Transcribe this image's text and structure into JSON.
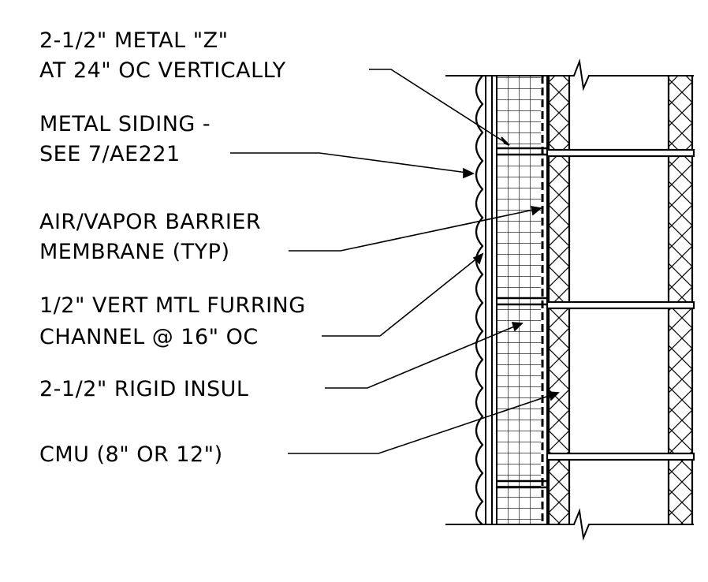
{
  "callouts": [
    {
      "id": "metal-z",
      "lines": [
        "2-1/2\" METAL \"Z\"",
        "AT 24\" OC VERTICALLY"
      ]
    },
    {
      "id": "metal-siding",
      "lines": [
        "METAL SIDING -",
        "SEE 7/AE221"
      ]
    },
    {
      "id": "air-vapor-barrier",
      "lines": [
        "AIR/VAPOR BARRIER",
        "MEMBRANE (TYP)"
      ]
    },
    {
      "id": "furring-channel",
      "lines": [
        "1/2\" VERT MTL FURRING",
        "CHANNEL @ 16\" OC"
      ]
    },
    {
      "id": "rigid-insulation",
      "lines": [
        "2-1/2\" RIGID INSUL"
      ]
    },
    {
      "id": "cmu",
      "lines": [
        "CMU (8\" OR 12\")"
      ]
    }
  ],
  "colors": {
    "ink": "#000000",
    "paper": "#ffffff"
  }
}
